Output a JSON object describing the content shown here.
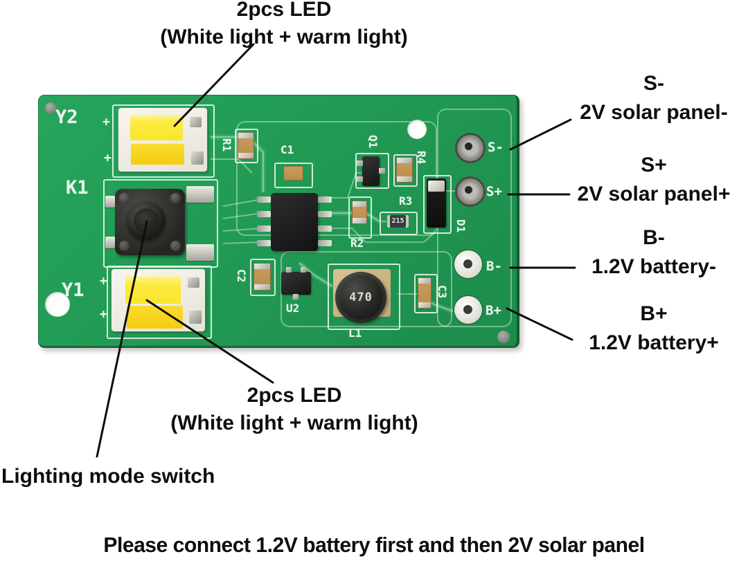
{
  "annotations": {
    "top_led": {
      "line1": "2pcs LED",
      "line2": "(White light + warm light)"
    },
    "bottom_led": {
      "line1": "2pcs LED",
      "line2": "(White light + warm light)"
    },
    "switch_label": "Lighting mode switch",
    "bottom_note": "Please connect 1.2V battery first and then 2V solar panel",
    "terminals": [
      {
        "pin": "S-",
        "desc": "2V solar panel-"
      },
      {
        "pin": "S+",
        "desc": "2V solar panel+"
      },
      {
        "pin": "B-",
        "desc": "1.2V battery-"
      },
      {
        "pin": "B+",
        "desc": "1.2V battery+"
      }
    ]
  },
  "pcb": {
    "silkscreen": {
      "y2": "Y2",
      "k1": "K1",
      "y1": "Y1",
      "r1": "R1",
      "c1": "C1",
      "q1": "Q1",
      "r4": "R4",
      "r3": "R3",
      "r2": "R2",
      "d1": "D1",
      "c2": "C2",
      "u2": "U2",
      "l1": "L1",
      "c3": "C3",
      "pad_s_minus": "S-",
      "pad_s_plus": "S+",
      "pad_b_minus": "B-",
      "pad_b_plus": "B+",
      "plus": "+"
    },
    "part_markings": {
      "inductor": "470",
      "resistor_r3": "215"
    },
    "colors": {
      "board_green": "#219a54",
      "led_cool_yellow": "#fcea3e",
      "led_warm_yellow": "#f5cb11",
      "silkscreen_white": "#e9f6ec",
      "annotation_text": "#0e0e0e",
      "background": "#ffffff"
    }
  }
}
